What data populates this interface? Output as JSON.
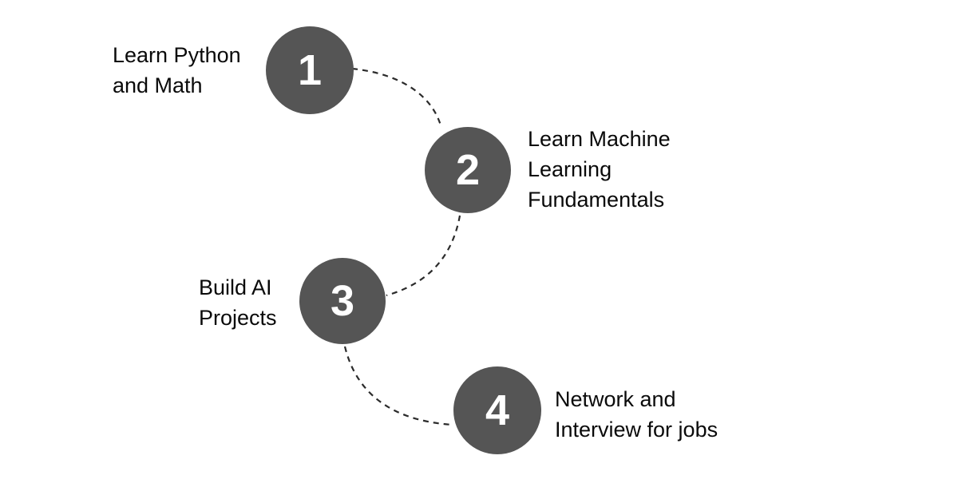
{
  "diagram": {
    "type": "stepped-roadmap",
    "background_color": "#ffffff",
    "node_color": "#555555",
    "node_text_color": "#ffffff",
    "label_text_color": "#0a0a0a",
    "connector_color": "#2b2b2b",
    "connector_style": "dashed-curve",
    "steps": [
      {
        "number": "1",
        "label": "Learn Python\nand Math",
        "label_side": "left"
      },
      {
        "number": "2",
        "label": "Learn Machine\nLearning\nFundamentals",
        "label_side": "right"
      },
      {
        "number": "3",
        "label": "Build AI\nProjects",
        "label_side": "left"
      },
      {
        "number": "4",
        "label": "Network and\nInterview for jobs",
        "label_side": "right"
      }
    ]
  }
}
